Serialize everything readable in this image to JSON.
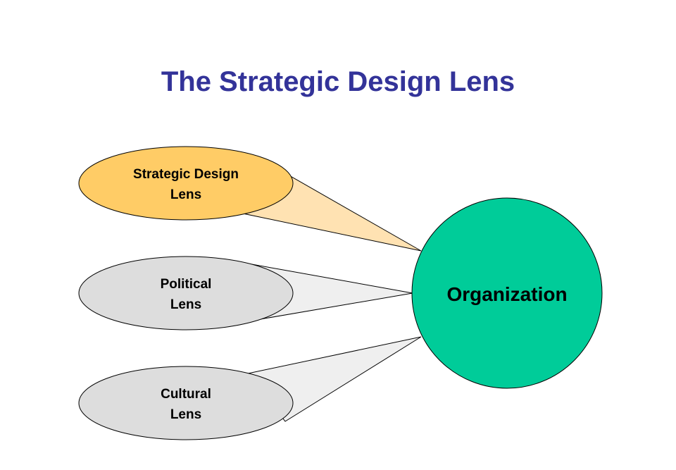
{
  "title": "The Strategic Design Lens",
  "colors": {
    "title": "#333399",
    "strategic_fill": "#FFCC66",
    "strategic_cone": "#FFE2B2",
    "gray_fill": "#DDDDDD",
    "gray_cone": "#EFEFEF",
    "organization_fill": "#00CC99",
    "outline": "#000000"
  },
  "lenses": [
    {
      "line1": "Strategic Design",
      "line2": "Lens"
    },
    {
      "line1": "Political",
      "line2": "Lens"
    },
    {
      "line1": "Cultural",
      "line2": "Lens"
    }
  ],
  "organization": {
    "label": "Organization"
  }
}
